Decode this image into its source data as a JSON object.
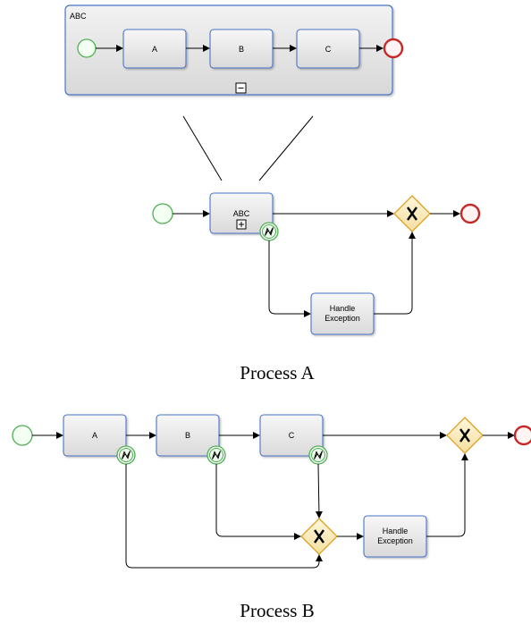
{
  "expanded_subprocess": {
    "label": "ABC",
    "tasks": [
      "A",
      "B",
      "C"
    ],
    "collapse_marker": "−"
  },
  "process_a": {
    "caption": "Process A",
    "subprocess_label": "ABC",
    "expand_marker": "+",
    "handler_label_line1": "Handle",
    "handler_label_line2": "Exception"
  },
  "process_b": {
    "caption": "Process B",
    "tasks": [
      "A",
      "B",
      "C"
    ],
    "handler_label_line1": "Handle",
    "handler_label_line2": "Exception"
  },
  "colors": {
    "start_event": "#4caf50",
    "end_event": "#c62828",
    "task_border": "#4a74c9",
    "gateway_border": "#e0a020",
    "pool_border": "#4a74c9"
  },
  "icons": {
    "boundary_event": "error-boundary-icon",
    "gateway": "exclusive-gateway-icon"
  }
}
